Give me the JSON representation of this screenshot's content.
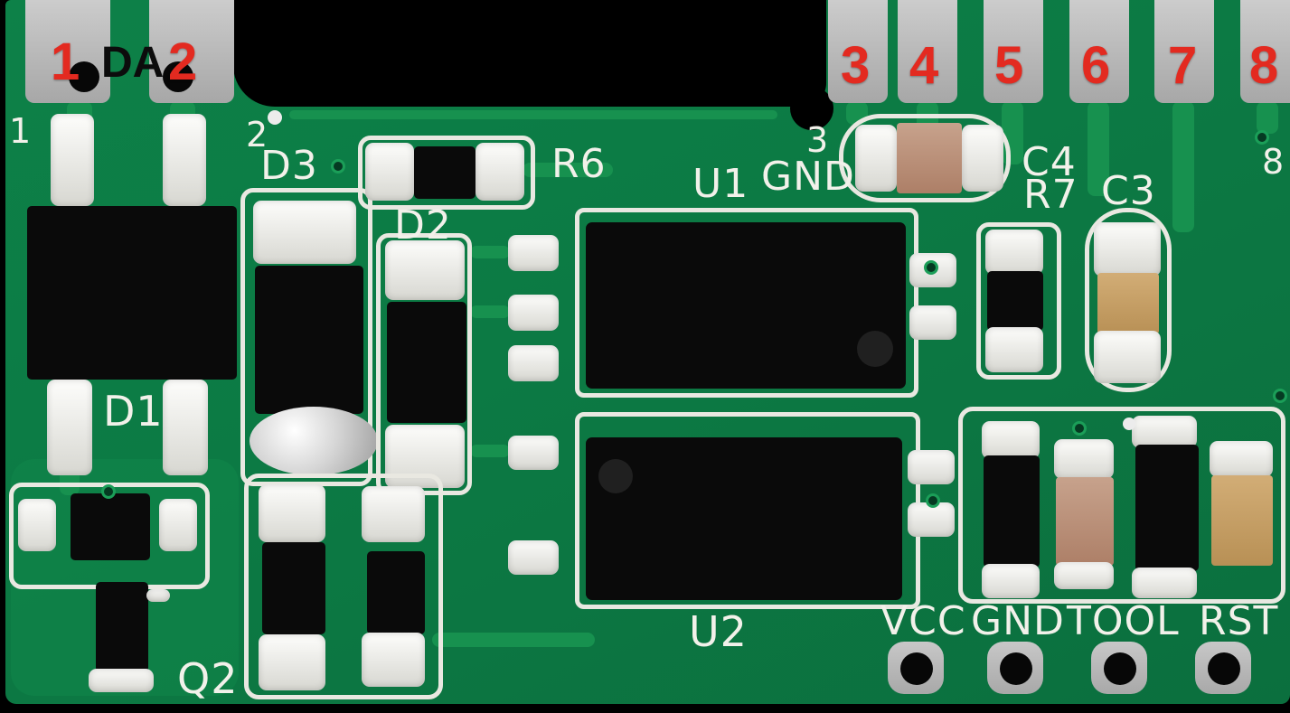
{
  "pin_numbers": {
    "p1": "1",
    "p2": "2",
    "p3": "3",
    "p4": "4",
    "p5": "5",
    "p6": "6",
    "p7": "7",
    "p8": "8"
  },
  "da_label": "DA",
  "silkscreen": {
    "pin1": "1",
    "pin2": "2",
    "pin3": "3",
    "pin8": "8",
    "d1": "D1",
    "d2": "D2",
    "d3": "D3",
    "q2": "Q2",
    "r6": "R6",
    "r7": "R7",
    "c3": "C3",
    "c4": "C4",
    "u1": "U1",
    "u1_gnd": "GND",
    "u2": "U2"
  },
  "test_points": {
    "vcc": "VCC",
    "gnd": "GND",
    "tool": "TOOL",
    "rst": "RST"
  },
  "colors": {
    "board_green": "#0c7a44",
    "trace_green": "#17914f",
    "edge_pad_gray": "#b9b9b9",
    "silkscreen_white": "#f2f1ea",
    "pin_number_red": "#e32a20",
    "component_black": "#0a0a0a",
    "capacitor_tan": "#bf9a82",
    "capacitor_yellow": "#c9a468"
  }
}
